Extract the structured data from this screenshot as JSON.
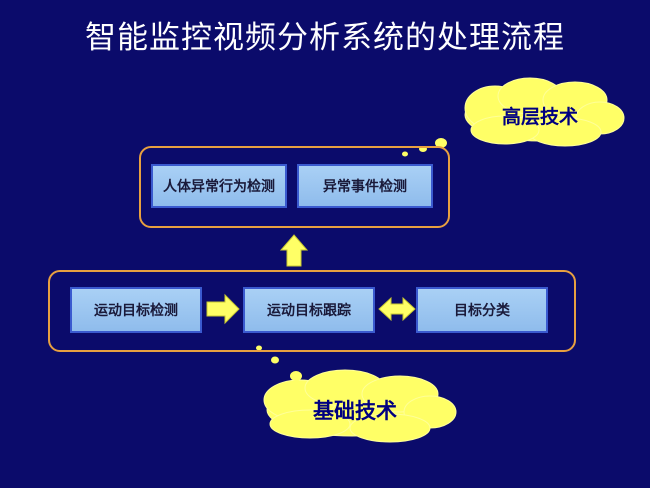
{
  "title": "智能监控视频分析系统的处理流程",
  "high_level": {
    "cloud_label": "高层技术",
    "items": [
      "人体异常行为检测",
      "异常事件检测"
    ]
  },
  "base_level": {
    "cloud_label": "基础技术",
    "items": [
      "运动目标检测",
      "运动目标跟踪",
      "目标分类"
    ]
  },
  "colors": {
    "background": "#0b0b6b",
    "group_border": "#e8a040",
    "box_fill": "#a9d0f5",
    "box_border": "#3a5acf",
    "arrow": "#ffff66",
    "cloud": "#ffff66"
  }
}
